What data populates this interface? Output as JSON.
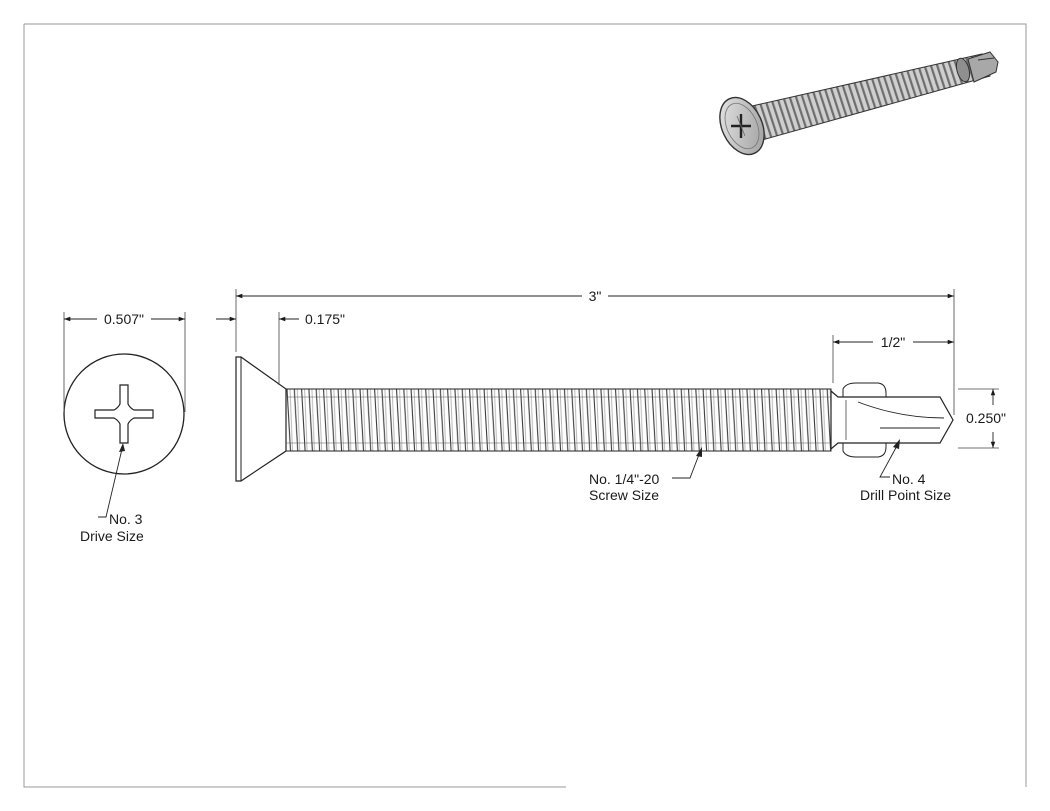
{
  "drawing": {
    "dimensions": {
      "head_diameter": "0.507\"",
      "head_height": "0.175\"",
      "overall_length": "3\"",
      "drill_length": "1/2\"",
      "drill_diameter": "0.250\""
    },
    "notes": {
      "drive_number": "No. 3",
      "drive_label": "Drive Size",
      "screw_number": "No. 1/4\"-20",
      "screw_label": "Screw Size",
      "drill_number": "No. 4",
      "drill_label": "Drill Point Size"
    }
  }
}
